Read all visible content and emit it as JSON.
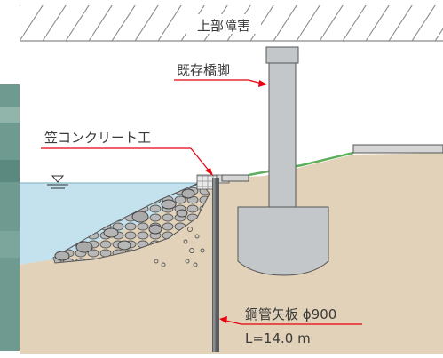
{
  "labels": {
    "upper_obstacle": "上部障害",
    "existing_pier": "既存橋脚",
    "cap_concrete": "笠コンクリート工",
    "sheet_pile_spec": "鋼管矢板 ϕ900",
    "sheet_pile_length": "L=14.0 m"
  },
  "colors": {
    "soil": "#e2d2b9",
    "water": "#c4e2ee",
    "concrete": "#c4c7c9",
    "leader_line": "#e8000f",
    "grass": "#5fae5f",
    "pile": "#5a5d60",
    "side_photo": "#6f9a90"
  }
}
